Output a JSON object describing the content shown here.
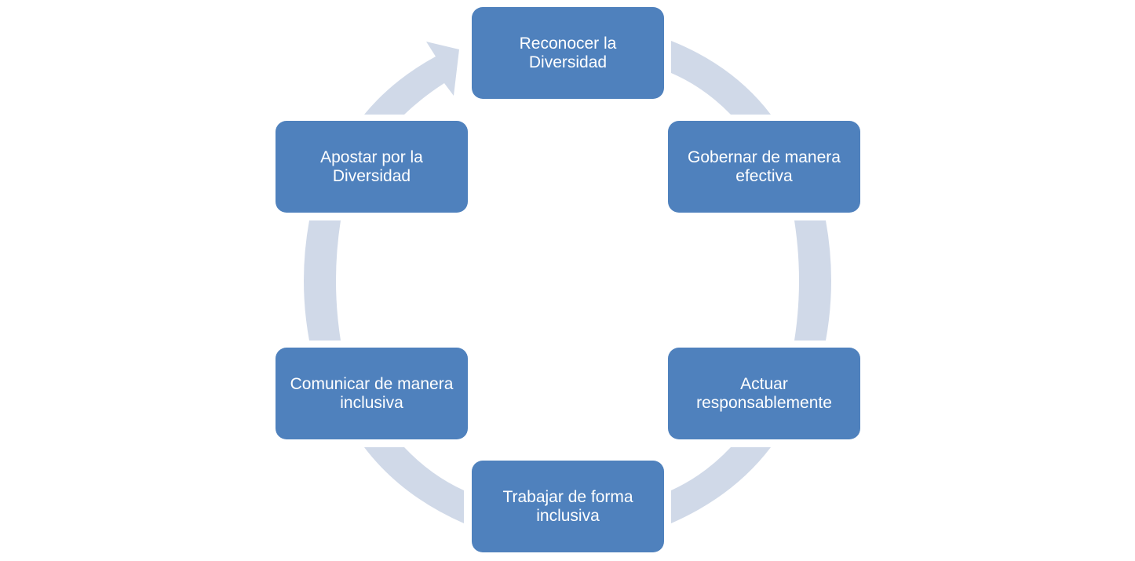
{
  "diagram": {
    "type": "cycle",
    "colors": {
      "node_fill": "#4f81bd",
      "node_text": "#ffffff",
      "ring": "#d0d9e8"
    },
    "nodes": [
      {
        "label": "Reconocer la\nDiversidad"
      },
      {
        "label": "Gobernar de manera\nefectiva"
      },
      {
        "label": "Actuar\nresponsablemente"
      },
      {
        "label": "Trabajar de forma\ninclusiva"
      },
      {
        "label": "Comunicar de manera\ninclusiva"
      },
      {
        "label": "Apostar por la\nDiversidad"
      }
    ]
  }
}
